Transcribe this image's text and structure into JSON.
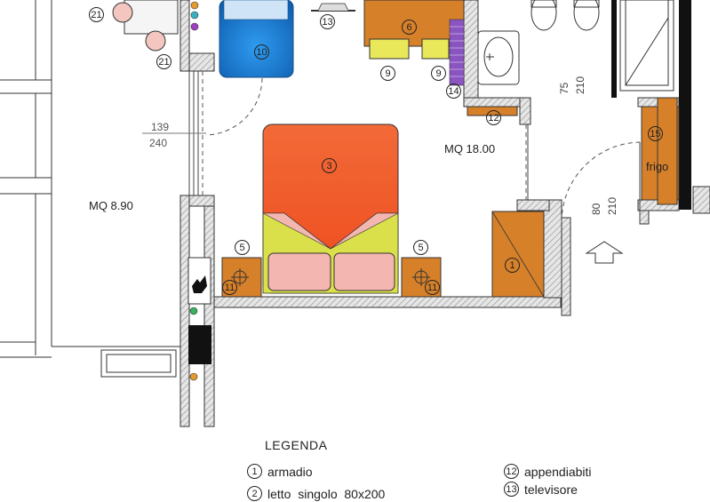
{
  "rooms": {
    "left_area": "MQ  8.90",
    "main_area": "MQ  18.00"
  },
  "dimensions": {
    "window_left_top": "139",
    "window_left_bottom": "240",
    "door_bath_w": "75",
    "door_bath_h": "210",
    "door_entry_w": "80",
    "door_entry_h": "210"
  },
  "appliance_label": "frigo",
  "badges": {
    "b21a": "21",
    "b21b": "21",
    "b10": "10",
    "b13": "13",
    "b6": "6",
    "b9a": "9",
    "b9b": "9",
    "b14": "14",
    "b12": "12",
    "b3": "3",
    "b15": "15",
    "b5a": "5",
    "b5b": "5",
    "b11a": "11",
    "b11b": "11",
    "b1": "1"
  },
  "legend": {
    "title": "LEGENDA",
    "items": [
      {
        "num": "1",
        "label": "armadio"
      },
      {
        "num": "2",
        "label": "letto  singolo  80x200"
      },
      {
        "num": "12",
        "label": "appendiabiti"
      },
      {
        "num": "13",
        "label": "televisore"
      }
    ]
  },
  "colors": {
    "wall_hatch": "#9a9a9a",
    "bed": "#f0582a",
    "bed_pillow": "#f4b6b0",
    "bed_sheet": "#d9e04a",
    "wardrobe": "#d7802a",
    "single_bed": "#1d7fd0",
    "chair_yellow": "#e8e85a",
    "purple": "#8a55c0"
  }
}
